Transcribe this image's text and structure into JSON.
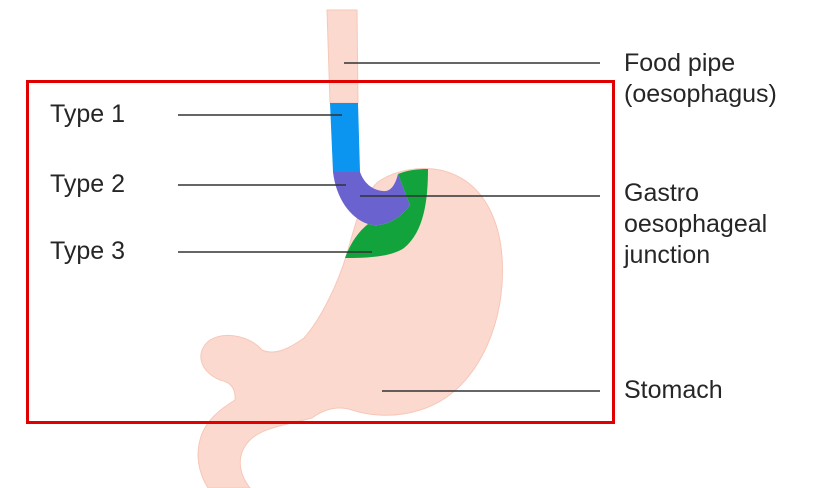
{
  "labels": {
    "type1": "Type 1",
    "type2": "Type 2",
    "type3": "Type 3",
    "food_pipe": [
      "Food pipe",
      "(oesophagus)"
    ],
    "gej": [
      "Gastro",
      "oesophageal",
      "junction"
    ],
    "stomach": "Stomach"
  },
  "colors": {
    "tissue": "#fbd9cf",
    "tissue_outline": "#f7c7b8",
    "type1": "#0b95f0",
    "type2": "#6a63cf",
    "type3": "#12a33d",
    "frame": "#e00000",
    "leader": "#333333"
  }
}
